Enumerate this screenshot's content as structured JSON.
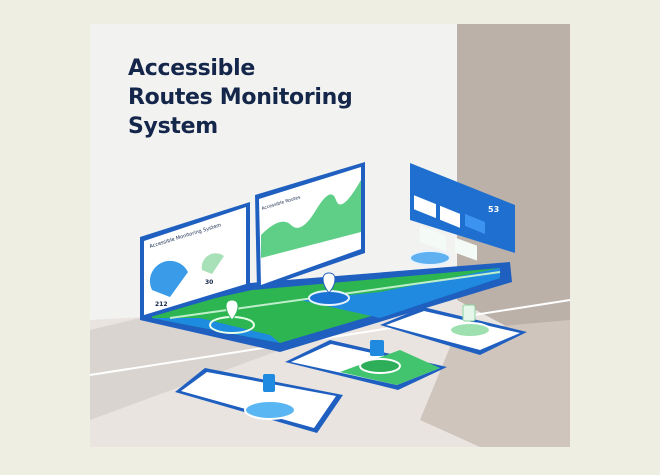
{
  "title": {
    "line1": "Accessible",
    "line2": "Routes Monitoring",
    "line3": "System"
  },
  "screens": {
    "left_label": "Accessible Monitoring System",
    "middle_label": "Accessible Routes",
    "left_stat_1": "212",
    "left_stat_2": "30",
    "panel_stat": "53"
  },
  "colors": {
    "navy": "#14264a",
    "blue": "#1e6fd0",
    "green": "#2fbf5a",
    "wall": "#bdb2aa",
    "background": "#efeee2"
  }
}
